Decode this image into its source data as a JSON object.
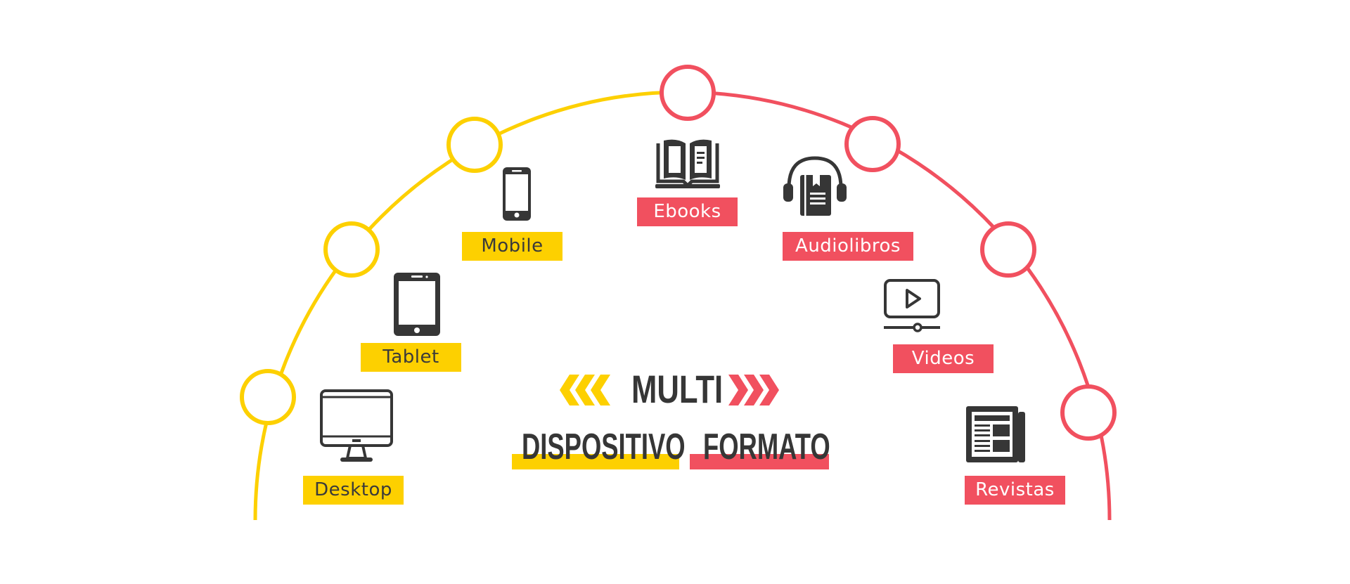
{
  "colors": {
    "yellow": "#FDD000",
    "red": "#F1505F",
    "dark": "#363636"
  },
  "title": {
    "top": "MULTI",
    "left": "DISPOSITIVO",
    "right": "FORMATO"
  },
  "devices": [
    {
      "label": "Desktop",
      "icon": "desktop-icon"
    },
    {
      "label": "Tablet",
      "icon": "tablet-icon"
    },
    {
      "label": "Mobile",
      "icon": "mobile-icon"
    }
  ],
  "formats": [
    {
      "label": "Ebooks",
      "icon": "open-book-icon"
    },
    {
      "label": "Audiolibros",
      "icon": "headphones-book-icon"
    },
    {
      "label": "Videos",
      "icon": "video-player-icon"
    },
    {
      "label": "Revistas",
      "icon": "newspaper-icon"
    }
  ]
}
